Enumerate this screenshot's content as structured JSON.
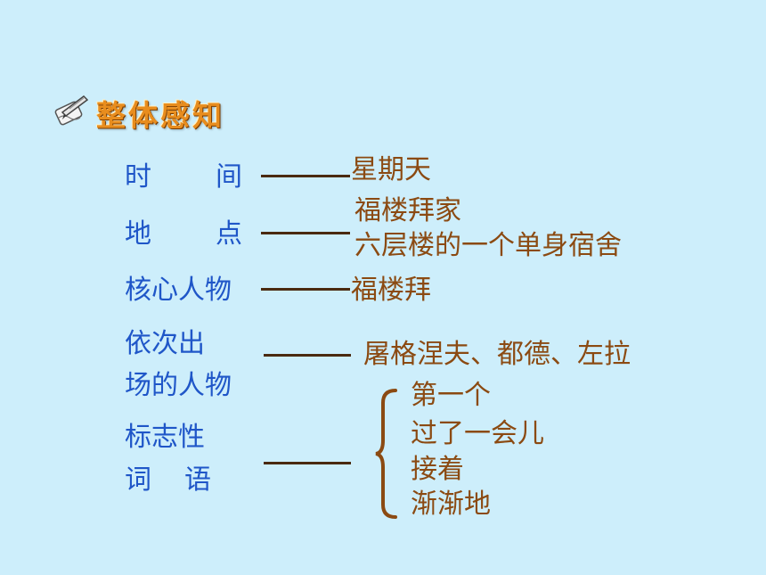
{
  "header": {
    "title": "整体感知"
  },
  "rows": {
    "time": {
      "label_a": "时",
      "label_b": "间",
      "value": "星期天"
    },
    "place": {
      "label_a": "地",
      "label_b": "点",
      "value_1": "福楼拜家",
      "value_2": "六层楼的一个单身宿舍"
    },
    "core": {
      "label": "核心人物",
      "value": "福楼拜"
    },
    "order": {
      "label_1": "依次出",
      "label_2": "场的人物",
      "value": "屠格涅夫、都德、左拉"
    },
    "markers": {
      "label_1": "标志性",
      "label_2a": "词",
      "label_2b": "语",
      "items": [
        "第一个",
        "过了一会儿",
        "接着",
        "渐渐地"
      ]
    }
  },
  "colors": {
    "background": "#cdeefb",
    "label": "#1f56c8",
    "value": "#8b4a12",
    "title": "#e88d1e"
  }
}
